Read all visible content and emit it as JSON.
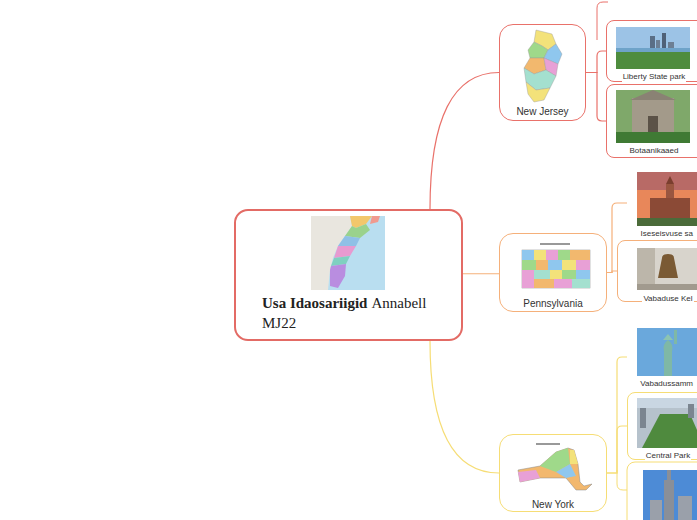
{
  "diagram": {
    "nodes": [
      {
        "text": [
          "Usa Idaosariigid",
          "Annabell MJ22"
        ]
      },
      {
        "text": [
          "New Jersey"
        ]
      },
      {
        "text": [
          "Liberty State park"
        ]
      },
      {
        "text": [
          "Botaanikaaed"
        ]
      },
      {
        "text": [
          "Pennsylvania"
        ]
      },
      {
        "text": [
          "Iseseisvuse sa"
        ]
      },
      {
        "text": [
          "Vabaduse Kel"
        ]
      },
      {
        "text": [
          "New York"
        ]
      },
      {
        "text": [
          "Vabadussamm"
        ]
      },
      {
        "text": [
          "Central Park"
        ]
      }
    ],
    "edges": [
      {
        "from": 0,
        "to": 1,
        "arrow": "none"
      },
      {
        "from": 0,
        "to": 4,
        "arrow": "none"
      },
      {
        "from": 0,
        "to": 7,
        "arrow": "none"
      },
      {
        "from": 1,
        "to": 2,
        "arrow": "none"
      },
      {
        "from": 1,
        "to": 3,
        "arrow": "none"
      },
      {
        "from": 4,
        "to": 5,
        "arrow": "none"
      },
      {
        "from": 4,
        "to": 6,
        "arrow": "none"
      },
      {
        "from": 7,
        "to": 8,
        "arrow": "none"
      },
      {
        "from": 7,
        "to": 9,
        "arrow": "none"
      }
    ]
  }
}
